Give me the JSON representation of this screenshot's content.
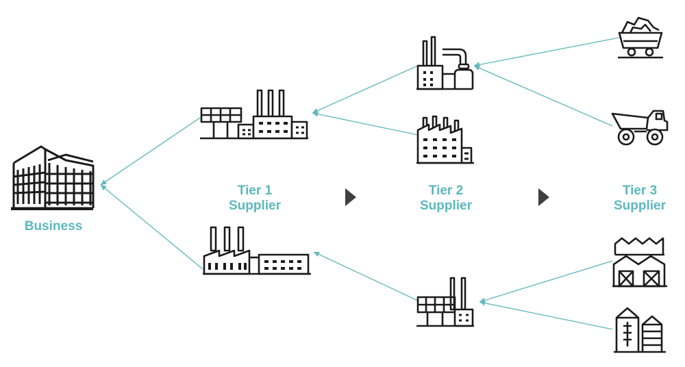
{
  "colors": {
    "accent": "#5bb8bd",
    "line": "#62b9be",
    "ink": "#1a1a1a",
    "chevron": "#3f3f3f"
  },
  "labels": {
    "business": "Business",
    "tier1": {
      "line1": "Tier 1",
      "line2": "Supplier"
    },
    "tier2": {
      "line1": "Tier 2",
      "line2": "Supplier"
    },
    "tier3": {
      "line1": "Tier 3",
      "line2": "Supplier"
    }
  },
  "nodes": {
    "business": {
      "icon": "office-building-icon"
    },
    "tier1_top": {
      "icon": "factory-solar-panels-icon"
    },
    "tier1_bottom": {
      "icon": "factory-smokestacks-icon"
    },
    "tier2_top": {
      "icon": "refinery-plant-icon"
    },
    "tier2_middle": {
      "icon": "sawtooth-factory-icon"
    },
    "tier2_bottom": {
      "icon": "factory-solar-panel-small-icon"
    },
    "tier3_mine_cart": {
      "icon": "mine-cart-icon"
    },
    "tier3_dump_truck": {
      "icon": "mining-dump-truck-icon"
    },
    "tier3_warehouses": {
      "icon": "warehouses-icon"
    },
    "tier3_silos": {
      "icon": "grain-silos-icon"
    }
  },
  "flows": [
    {
      "from": "tier1_top",
      "to": "business"
    },
    {
      "from": "tier1_bottom",
      "to": "business"
    },
    {
      "from": "tier2_top",
      "to": "tier1_top"
    },
    {
      "from": "tier2_middle",
      "to": "tier1_top"
    },
    {
      "from": "tier2_bottom",
      "to": "tier1_bottom"
    },
    {
      "from": "tier3_mine_cart",
      "to": "tier2_top"
    },
    {
      "from": "tier3_dump_truck",
      "to": "tier2_top"
    },
    {
      "from": "tier3_warehouses",
      "to": "tier2_bottom"
    },
    {
      "from": "tier3_silos",
      "to": "tier2_bottom"
    }
  ]
}
